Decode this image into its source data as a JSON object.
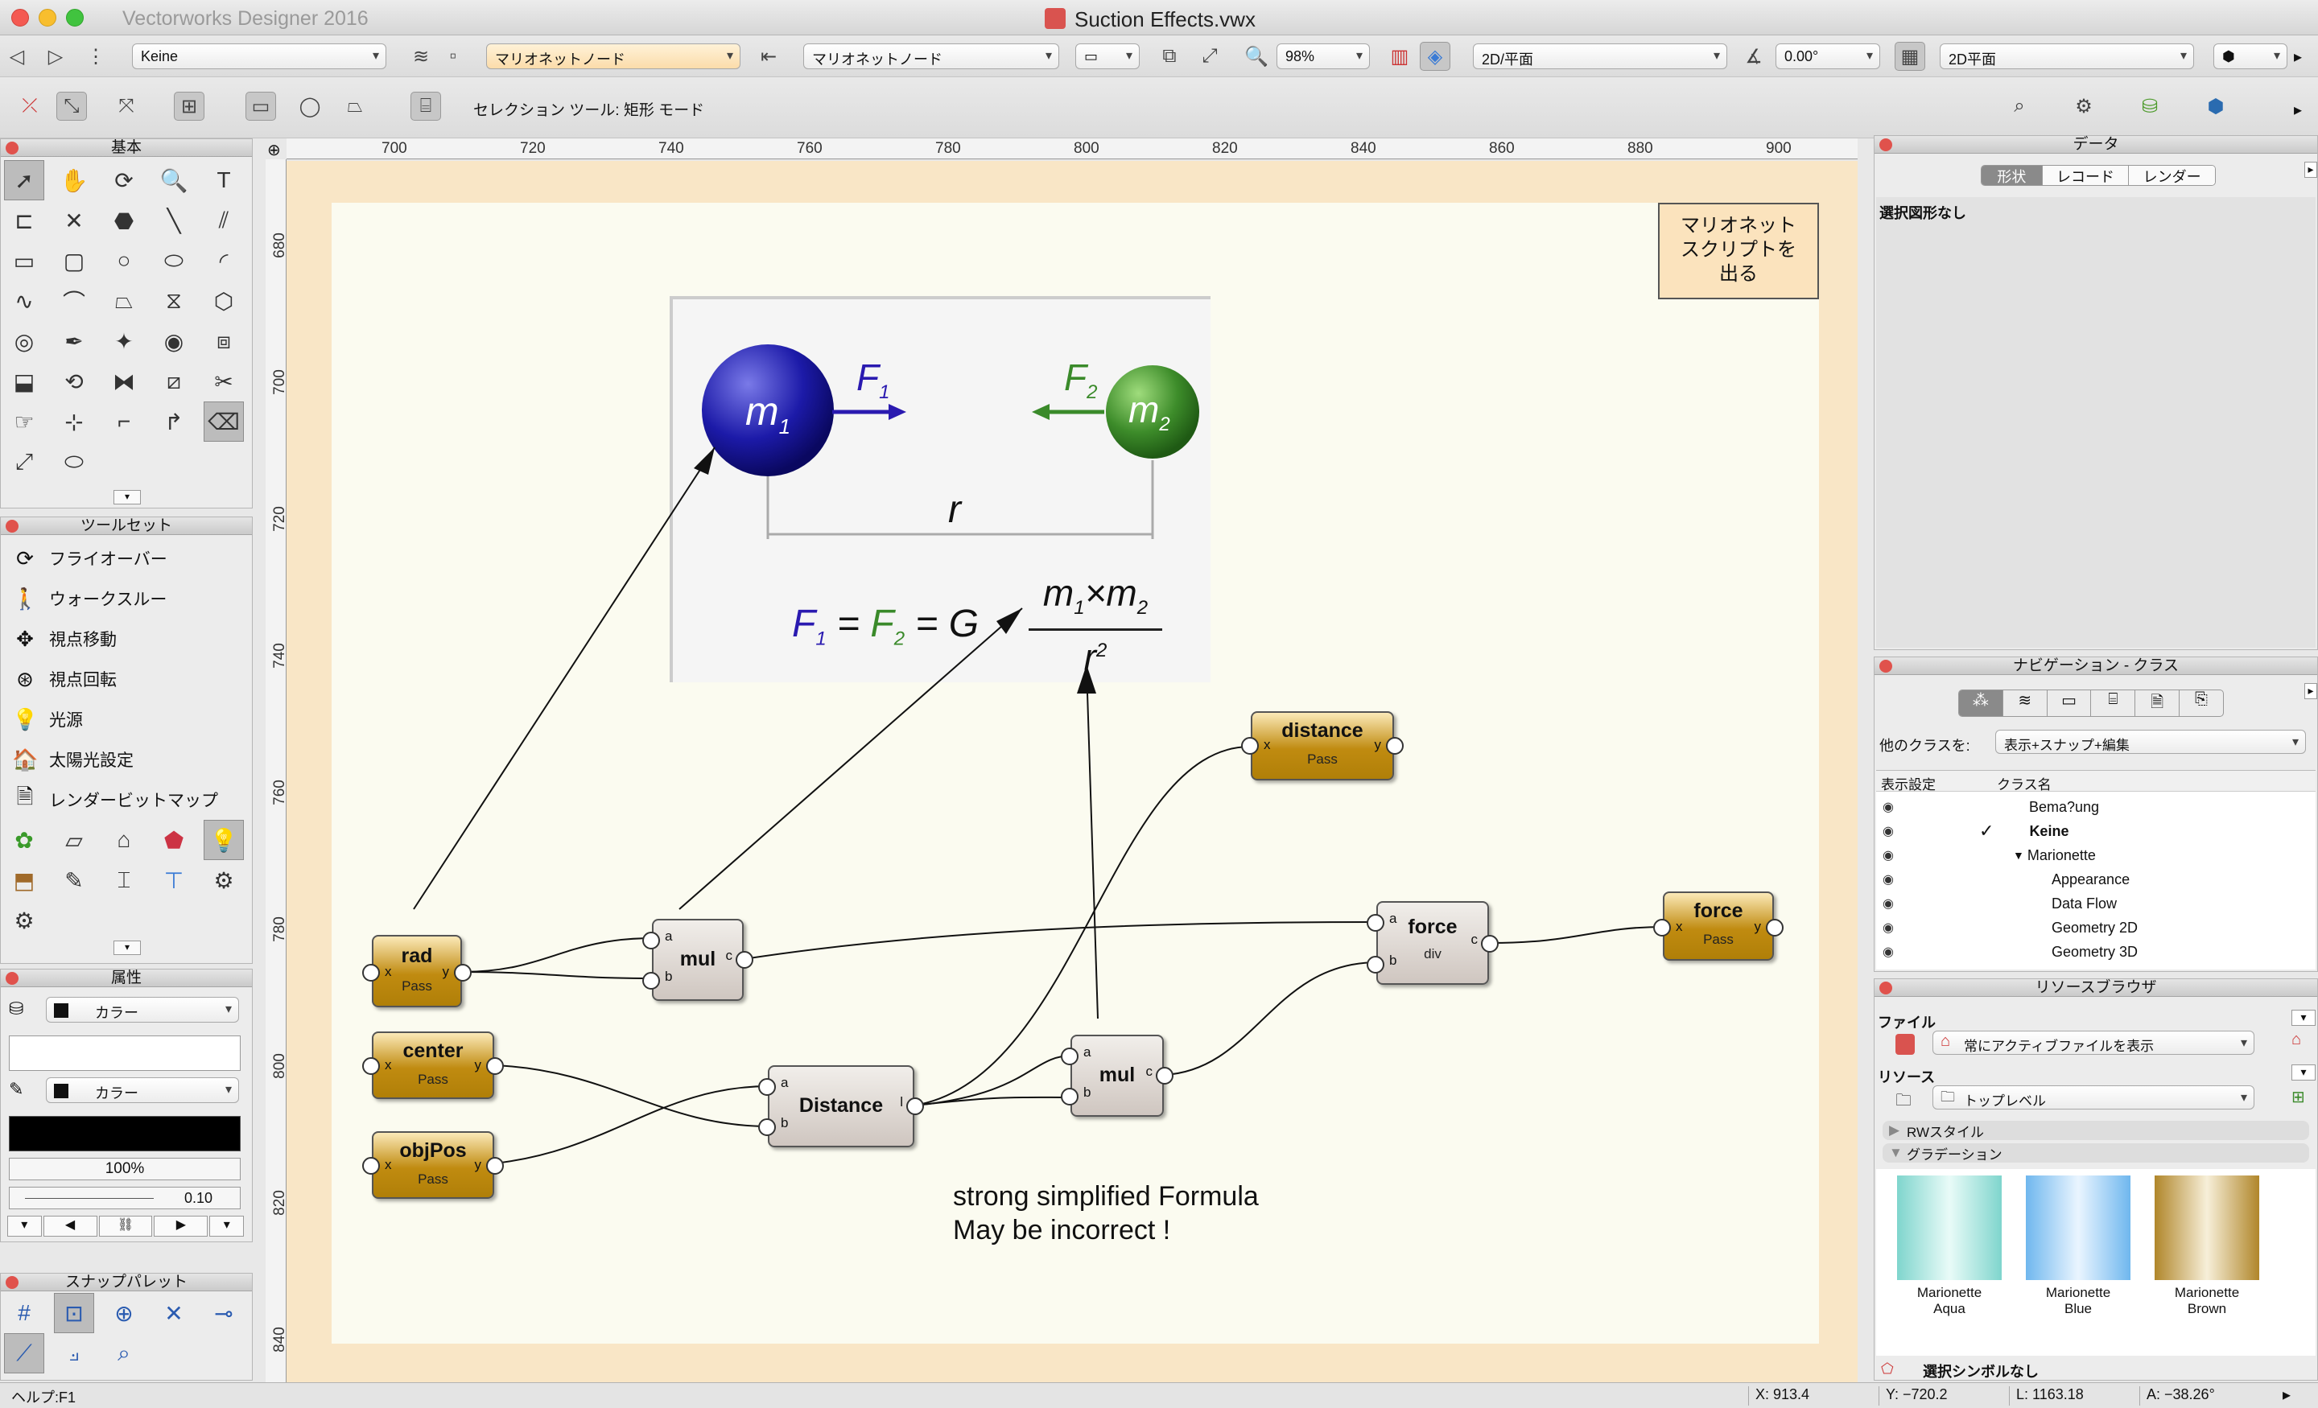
{
  "window": {
    "app_name": "Vectorworks Designer 2016",
    "doc_title": "Suction Effects.vwx"
  },
  "toolbar1": {
    "class_value": "Keine",
    "marionette_value": "マリオネットノード",
    "marionette_value2": "マリオネットノード",
    "zoom": "98%",
    "view": "2D/平面",
    "angle": "0.00°",
    "render": "2D平面"
  },
  "toolbar2": {
    "mode_text": "セレクション ツール: 矩形 モード"
  },
  "palettes": {
    "basic": "基本",
    "toolset": "ツールセット",
    "attributes": "属性",
    "snap": "スナップパレット"
  },
  "toolset_items": [
    "フライオーバー",
    "ウォークスルー",
    "視点移動",
    "視点回転",
    "光源",
    "太陽光設定",
    "レンダービットマップ"
  ],
  "attributes": {
    "fill_label": "カラー",
    "pen_label": "カラー",
    "opacity": "100%",
    "line_weight": "0.10"
  },
  "ruler": {
    "h": [
      "700",
      "720",
      "740",
      "760",
      "780",
      "800",
      "820",
      "840",
      "860",
      "880",
      "900"
    ],
    "v": [
      "680",
      "700",
      "720",
      "740",
      "760",
      "780",
      "800",
      "820",
      "840"
    ]
  },
  "canvas": {
    "exit_button": "マリオネット\nスクリプトを\n出る",
    "note_line1": "strong simplified Formula",
    "note_line2": "May be incorrect !",
    "formula": {
      "m1": "m",
      "m2": "m",
      "r": "r",
      "f1": "F",
      "f2": "F"
    }
  },
  "nodes": [
    {
      "id": "rad",
      "title": "rad",
      "sub": "Pass",
      "in": "x",
      "out": "y"
    },
    {
      "id": "center",
      "title": "center",
      "sub": "Pass",
      "in": "x",
      "out": "y"
    },
    {
      "id": "objpos",
      "title": "objPos",
      "sub": "Pass",
      "in": "x",
      "out": "y"
    },
    {
      "id": "mul1",
      "title": "mul",
      "sub": "",
      "a": "a",
      "b": "b",
      "out": "c"
    },
    {
      "id": "distance-node",
      "title": "Distance",
      "sub": "",
      "a": "a",
      "b": "b",
      "out": "l"
    },
    {
      "id": "mul2",
      "title": "mul",
      "sub": "",
      "a": "a",
      "b": "b",
      "out": "c"
    },
    {
      "id": "distance-pass",
      "title": "distance",
      "sub": "Pass",
      "in": "x",
      "out": "y"
    },
    {
      "id": "force-div",
      "title": "force",
      "sub": "div",
      "a": "a",
      "b": "b",
      "out": "c"
    },
    {
      "id": "force-pass",
      "title": "force",
      "sub": "Pass",
      "in": "x",
      "out": "y"
    }
  ],
  "data_palette": {
    "title": "データ",
    "tabs": [
      "形状",
      "レコード",
      "レンダー"
    ],
    "status": "選択図形なし"
  },
  "nav_palette": {
    "title": "ナビゲーション - クラス",
    "other_label": "他のクラスを:",
    "other_value": "表示+スナップ+編集",
    "col1": "表示設定",
    "col2": "クラス名",
    "classes": [
      "Bema?ung",
      "Keine",
      "Marionette",
      "Appearance",
      "Data Flow",
      "Geometry 2D",
      "Geometry 3D"
    ],
    "check": "✓"
  },
  "resource": {
    "title": "リソースブラウザ",
    "file_label": "ファイル",
    "file_value": "常にアクティブファイルを表示",
    "res_label": "リソース",
    "res_value": "トップレベル",
    "section1": "RWスタイル",
    "section2": "グラデーション",
    "items": [
      "Marionette\nAqua",
      "Marionette\nBlue",
      "Marionette\nBrown"
    ],
    "status": "選択シンボルなし"
  },
  "statusbar": {
    "help": "ヘルプ:F1",
    "x": "X: 913.4",
    "y": "Y: −720.2",
    "l": "L: 1163.18",
    "a": "A: −38.26°"
  }
}
